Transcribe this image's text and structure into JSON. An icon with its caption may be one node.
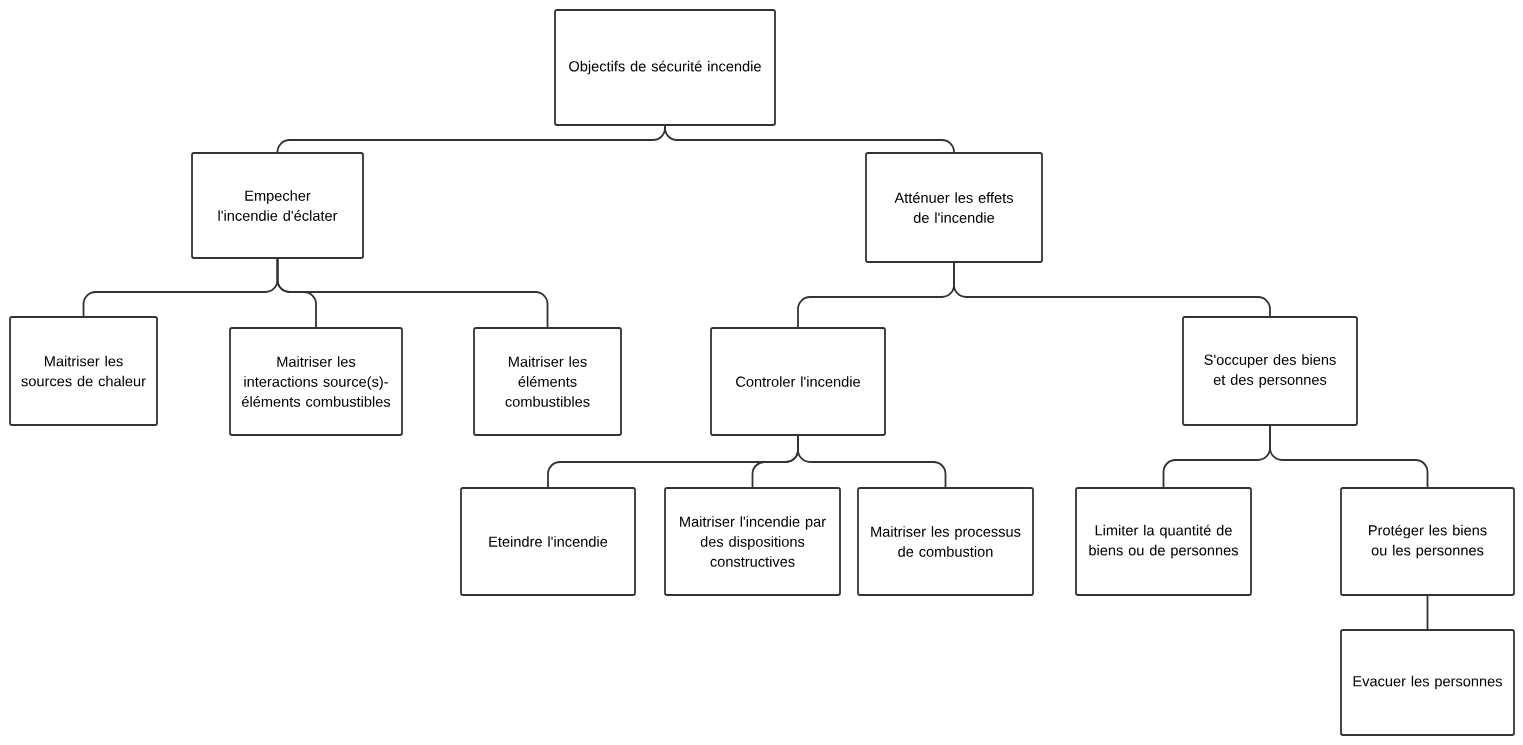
{
  "diagram": {
    "nodes": [
      {
        "text": [
          "Objectifs de sécurité incendie"
        ]
      },
      {
        "text": [
          "Empecher l'incendie d'éclater"
        ]
      },
      {
        "text": [
          "Atténuer les effets de l'incendie"
        ]
      },
      {
        "text": [
          "Maitriser les sources de chaleur"
        ]
      },
      {
        "text": [
          "Maitriser les interactions source(s)-éléments combustibles"
        ]
      },
      {
        "text": [
          "Maitriser les éléments combustibles"
        ]
      },
      {
        "text": [
          "Controler l'incendie"
        ]
      },
      {
        "text": [
          "S'occuper des biens et des personnes"
        ]
      },
      {
        "text": [
          "Eteindre l'incendie"
        ]
      },
      {
        "text": [
          "Maitriser l'incendie par des dispositions constructives"
        ]
      },
      {
        "text": [
          "Maitriser les processus de combustion"
        ]
      },
      {
        "text": [
          "Limiter la quantité de biens ou de personnes"
        ]
      },
      {
        "text": [
          "Protéger les biens ou les personnes"
        ]
      },
      {
        "text": [
          "Evacuer les personnes"
        ]
      }
    ],
    "edges": [
      {
        "from": 0,
        "to": 1,
        "arrow": "none"
      },
      {
        "from": 0,
        "to": 2,
        "arrow": "none"
      },
      {
        "from": 1,
        "to": 3,
        "arrow": "none"
      },
      {
        "from": 1,
        "to": 4,
        "arrow": "none"
      },
      {
        "from": 1,
        "to": 5,
        "arrow": "none"
      },
      {
        "from": 2,
        "to": 6,
        "arrow": "none"
      },
      {
        "from": 2,
        "to": 7,
        "arrow": "none"
      },
      {
        "from": 6,
        "to": 8,
        "arrow": "none"
      },
      {
        "from": 6,
        "to": 9,
        "arrow": "none"
      },
      {
        "from": 6,
        "to": 10,
        "arrow": "none"
      },
      {
        "from": 7,
        "to": 11,
        "arrow": "none"
      },
      {
        "from": 7,
        "to": 12,
        "arrow": "none"
      },
      {
        "from": 12,
        "to": 13,
        "arrow": "none"
      }
    ]
  }
}
